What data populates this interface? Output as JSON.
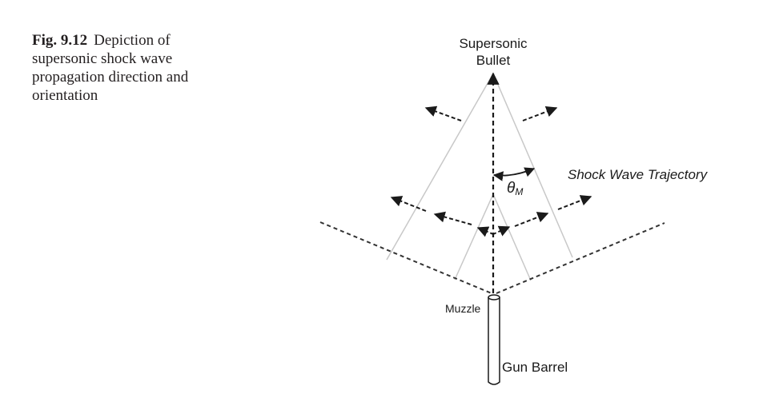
{
  "caption": {
    "figure_label": "Fig. 9.12",
    "text": "Depiction of supersonic shock wave propagation direction and orientation"
  },
  "diagram": {
    "labels": {
      "bullet_line1": "Supersonic",
      "bullet_line2": "Bullet",
      "shock_wave": "Shock Wave Trajectory",
      "angle_symbol": "θ",
      "angle_subscript": "M",
      "muzzle": "Muzzle",
      "gun_barrel": "Gun Barrel"
    },
    "colors": {
      "ink": "#1a1a1a",
      "cone_line": "#c8c8c8"
    }
  }
}
